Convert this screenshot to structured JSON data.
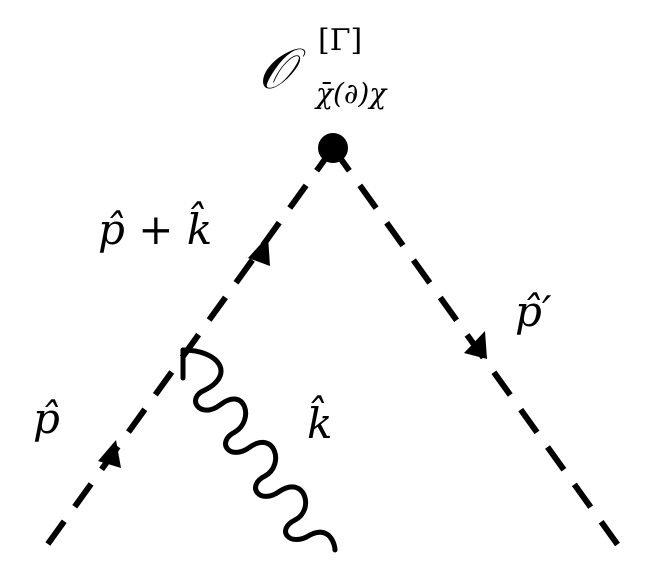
{
  "diagram": {
    "operator": {
      "symbol": "𝒪",
      "superscript": "[Γ]",
      "subscript": "χ̄(∂)χ"
    },
    "labels": {
      "upper_left": "p̂ + k̂",
      "right": "p̂′",
      "lower_left": "p̂",
      "gluon": "k̂"
    }
  }
}
